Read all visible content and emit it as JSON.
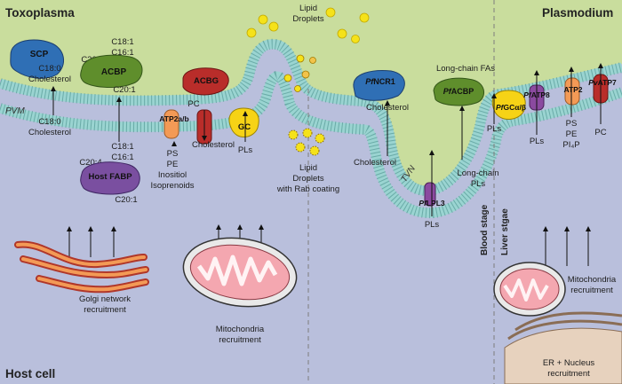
{
  "titles": {
    "toxoplasma": "Toxoplasma",
    "plasmodium": "Plasmodium",
    "host_cell": "Host cell"
  },
  "membrane_labels": {
    "pvm": "PVM",
    "tvn": "TVN"
  },
  "stages": {
    "blood": "Blood stage",
    "liver": "Liver stgae"
  },
  "proteins": {
    "scp": "SCP",
    "acbp": "ACBP",
    "acbg": "ACBG",
    "gc": "GC",
    "atp2ab": "ATP2a/b",
    "host_fabp": "Host FABP",
    "pfncr1_prefix": "Pf",
    "pfncr1_suffix": "NCR1",
    "pfacbp_prefix": "Pf",
    "pfacbp_suffix": "ACBP",
    "pfgc_prefix": "Pf",
    "pfgc_suffix": "GCα/β",
    "pfatp8_prefix": "Pf",
    "pfatp8_suffix": "ATP8",
    "atp2": "ATP2",
    "pvatp7_prefix": "Pv",
    "pvatp7_suffix": "ATP7",
    "pflpl3_prefix": "Pf",
    "pflpl3_suffix": "LPL3"
  },
  "labels": {
    "scp_c180": "C18:0",
    "scp_chol": "Cholesterol",
    "acbp_c181": "C18:1",
    "acbp_c161": "C16:1",
    "acbp_c204": "C20:4",
    "acbp_c201": "C20:1",
    "acbg_pc": "PC",
    "c180_lower": "C18:0",
    "chol_lower": "Cholesterol",
    "fabp_c181": "C18:1",
    "fabp_c161": "C16:1",
    "fabp_c204": "C20:4",
    "fabp_c201": "C20:1",
    "atp_ps": "PS",
    "atp_pe": "PE",
    "atp_inositol": "Inositiol",
    "atp_isoprenoids": "Isoprenoids",
    "acbg_chol": "Cholesterol",
    "gc_pls": "PLs",
    "lipid_droplets_top_1": "Lipid",
    "lipid_droplets_top_2": "Droplets",
    "lipid_droplets_rab_1": "Lipid",
    "lipid_droplets_rab_2": "Droplets",
    "lipid_droplets_rab_3": "with Rab coating",
    "ncr1_chol_top": "Cholesterol",
    "ncr1_chol_bottom": "Cholesterol",
    "longchain_fas": "Long-chain FAs",
    "longchain_pls_1": "Long-chain",
    "longchain_pls_2": "PLs",
    "gc_pl_pls": "PLs",
    "lpl3_pls": "PLs",
    "atp8_pls": "PLs",
    "atp2_ps": "PS",
    "atp2_pe": "PE",
    "atp2_pi4p": "PI₄P",
    "atp7_pc": "PC",
    "golgi_1": "Golgi network",
    "golgi_2": "recruitment",
    "mito_1": "Mitochondria",
    "mito_2": "recruitment",
    "mito_right_1": "Mitochondria",
    "mito_right_2": "recruitment",
    "er_1": "ER + Nucleus",
    "er_2": "recruitment"
  },
  "colors": {
    "parasite": "#c9dd9d",
    "host": "#b9bfdc",
    "membrane_head": "#8fd1d0",
    "scp": "#2f6fb5",
    "acbp": "#5f8e2c",
    "acbg": "#b92d2a",
    "gc": "#f6d316",
    "atp2ab": "#f39a56",
    "fabp": "#7a4fa0",
    "droplet": "#f5e21a"
  }
}
